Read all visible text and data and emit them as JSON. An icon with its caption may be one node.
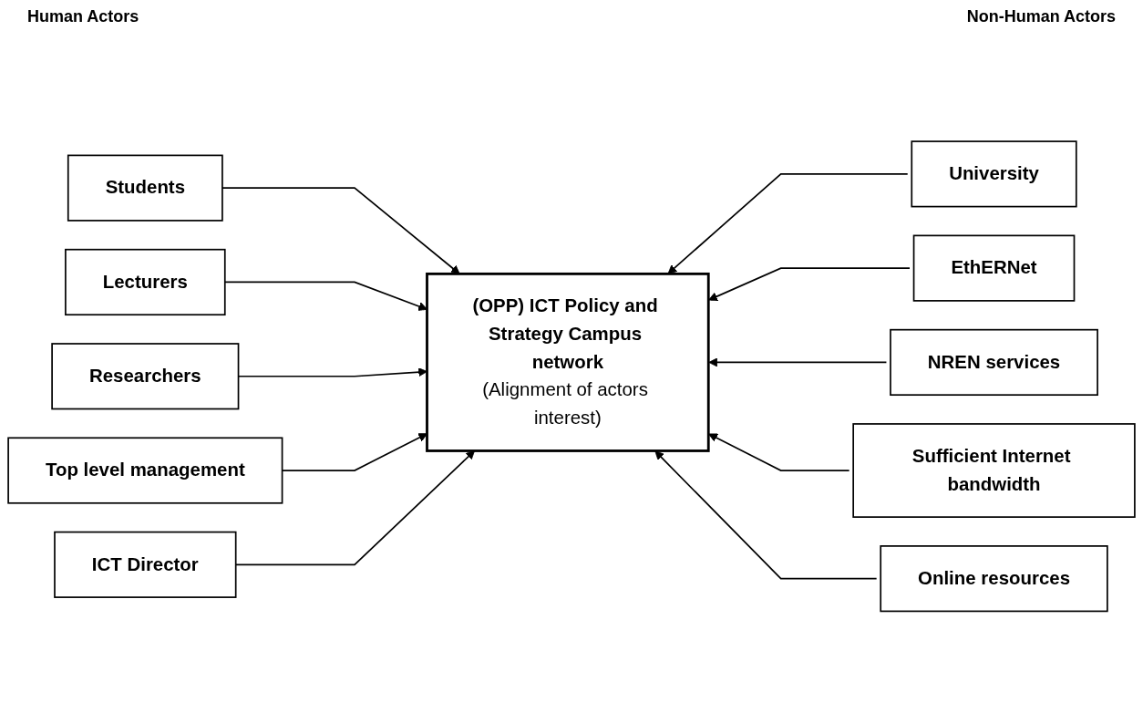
{
  "diagram": {
    "nodes": [
      {
        "text": [
          "Students"
        ]
      },
      {
        "text": [
          "Lecturers"
        ]
      },
      {
        "text": [
          "Researchers"
        ]
      },
      {
        "text": [
          "Top level management"
        ]
      },
      {
        "text": [
          "ICT Director"
        ]
      },
      {
        "text": [
          "(OPP) ICT Policy and Strategy Campus network",
          "(Alignment of actors interest)"
        ]
      },
      {
        "text": [
          "University"
        ]
      },
      {
        "text": [
          "EthERNet"
        ]
      },
      {
        "text": [
          "NREN services"
        ]
      },
      {
        "text": [
          "Sufficient Internet bandwidth"
        ]
      },
      {
        "text": [
          "Online resources"
        ]
      }
    ],
    "edges": [
      {
        "from": 0,
        "to": 5,
        "arrow": "to"
      },
      {
        "from": 1,
        "to": 5,
        "arrow": "to"
      },
      {
        "from": 2,
        "to": 5,
        "arrow": "to"
      },
      {
        "from": 3,
        "to": 5,
        "arrow": "to"
      },
      {
        "from": 4,
        "to": 5,
        "arrow": "to"
      },
      {
        "from": 6,
        "to": 5,
        "arrow": "to"
      },
      {
        "from": 7,
        "to": 5,
        "arrow": "to"
      },
      {
        "from": 8,
        "to": 5,
        "arrow": "to"
      },
      {
        "from": 9,
        "to": 5,
        "arrow": "to"
      },
      {
        "from": 10,
        "to": 5,
        "arrow": "to"
      }
    ],
    "labels": [
      "Human Actors",
      "Non-Human Actors"
    ]
  }
}
